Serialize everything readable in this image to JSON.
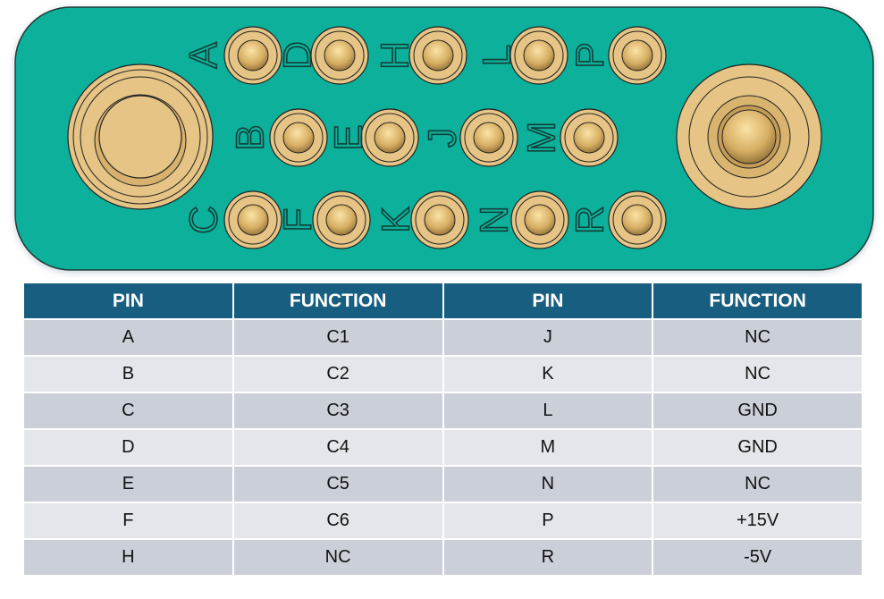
{
  "connector": {
    "board_color": "#08b09a",
    "contact_color": "#e5c485",
    "rows": [
      {
        "pins": [
          "A",
          "D",
          "H",
          "L",
          "P"
        ]
      },
      {
        "pins": [
          "B",
          "E",
          "J",
          "M"
        ]
      },
      {
        "pins": [
          "C",
          "F",
          "K",
          "N",
          "R"
        ]
      }
    ]
  },
  "table": {
    "headers": [
      "PIN",
      "FUNCTION",
      "PIN",
      "FUNCTION"
    ],
    "rows": [
      [
        "A",
        "C1",
        "J",
        "NC"
      ],
      [
        "B",
        "C2",
        "K",
        "NC"
      ],
      [
        "C",
        "C3",
        "L",
        "GND"
      ],
      [
        "D",
        "C4",
        "M",
        "GND"
      ],
      [
        "E",
        "C5",
        "N",
        "NC"
      ],
      [
        "F",
        "C6",
        "P",
        "+15V"
      ],
      [
        "H",
        "NC",
        "R",
        "-5V"
      ]
    ]
  }
}
